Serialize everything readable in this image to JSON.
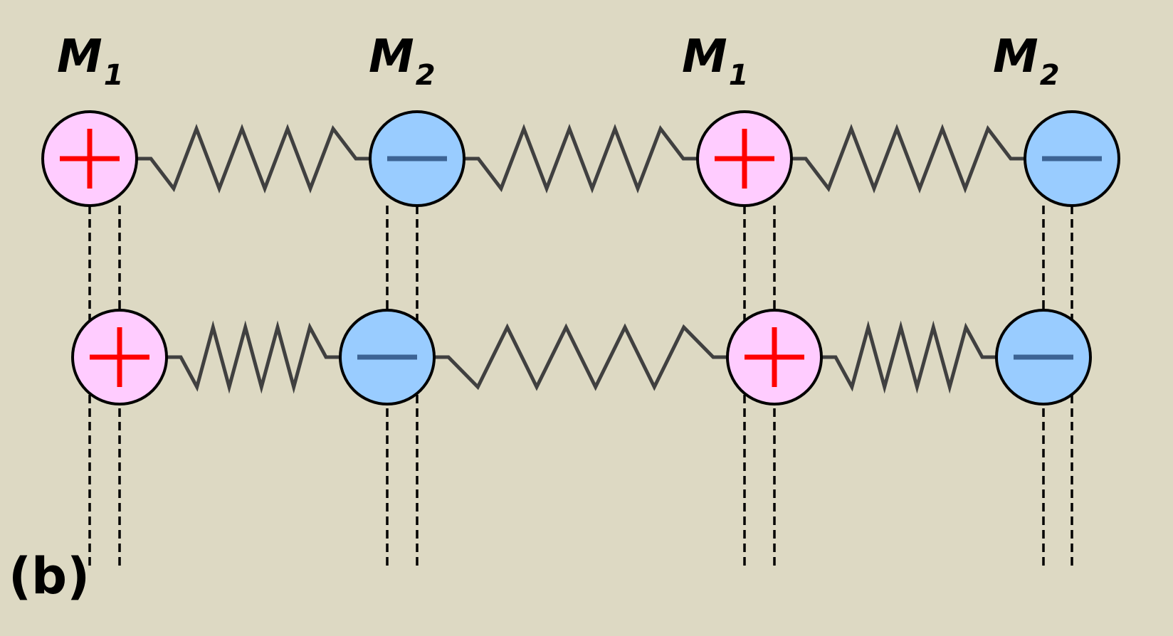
{
  "panel_label": "(b)",
  "mass_labels": [
    {
      "symbol": "M",
      "subscript": "1"
    },
    {
      "symbol": "M",
      "subscript": "2"
    },
    {
      "symbol": "M",
      "subscript": "1"
    },
    {
      "symbol": "M",
      "subscript": "2"
    }
  ],
  "ions": {
    "positive": {
      "charge": "+",
      "fill": "#ffccff",
      "sign_color": "#ff0000"
    },
    "negative": {
      "charge": "−",
      "fill": "#99ccff",
      "sign_color": "#3c6394"
    }
  },
  "rows": [
    {
      "name": "upper-chain",
      "charges": [
        "+",
        "−",
        "+",
        "−"
      ]
    },
    {
      "name": "lower-chain",
      "charges": [
        "+",
        "−",
        "+",
        "−"
      ]
    }
  ],
  "colors": {
    "background": "#ddd9c3",
    "spring": "#404040",
    "outline": "#000000",
    "bond": "#000000"
  }
}
